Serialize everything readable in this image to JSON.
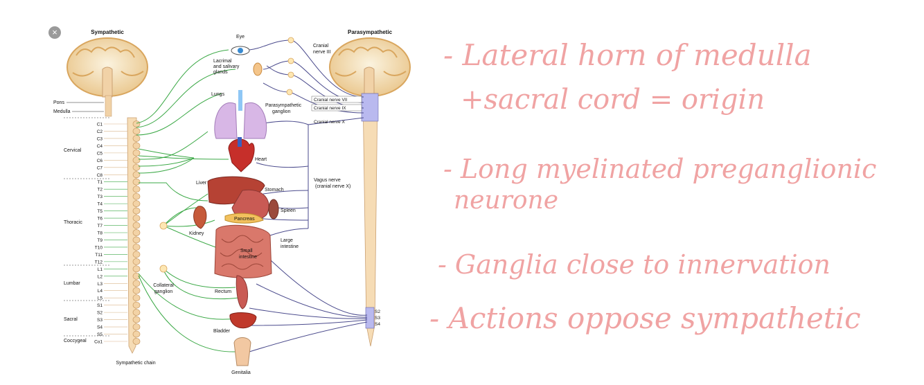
{
  "diagram": {
    "title_left": "Sympathetic",
    "title_right": "Parasympathetic",
    "regions": [
      "Pons",
      "Medulla",
      "Cervical",
      "Thoracic",
      "Lumbar",
      "Sacral",
      "Coccygeal"
    ],
    "segments": [
      "C1",
      "C2",
      "C3",
      "C4",
      "C5",
      "C6",
      "C7",
      "C8",
      "T1",
      "T2",
      "T3",
      "T4",
      "T5",
      "T6",
      "T7",
      "T8",
      "T9",
      "T10",
      "T11",
      "T12",
      "L1",
      "L2",
      "L3",
      "L4",
      "L5",
      "S1",
      "S2",
      "S3",
      "S4",
      "S5",
      "Co1"
    ],
    "organs": {
      "eye": "Eye",
      "lacrimal": "Lacrimal\nand salivary\nglands",
      "lungs": "Lungs",
      "heart": "Heart",
      "liver": "Liver",
      "stomach": "Stomach",
      "spleen": "Spleen",
      "pancreas": "Pancreas",
      "kidney": "Kidney",
      "small_intestine": "Small\nintestine",
      "large_intestine": "Large\nintestine",
      "rectum": "Rectum",
      "bladder": "Bladder",
      "genitalia": "Genitalia"
    },
    "labels": {
      "cranial_iii": "Cranial\nnerve III",
      "cranial_vii": "Cranial nerve VII",
      "cranial_ix": "Cranial nerve IX",
      "cranial_x": "Cranial nerve X",
      "vagus": "Vagus nerve\n(cranial nerve X)",
      "parasym_ganglion": "Parasympathetic\nganglion",
      "collateral_ganglion": "Collateral\nganglion",
      "sympathetic_chain": "Sympathetic chain"
    },
    "sacral_right": [
      "S2",
      "S3",
      "S4"
    ]
  },
  "notes": [
    "- Lateral horn of medulla",
    "+sacral cord = origin",
    "- Long myelinated preganglionic",
    "neurone",
    "- Ganglia close to innervation",
    "- Actions oppose sympathetic"
  ],
  "colors": {
    "sym_line": "#3aa845",
    "para_line": "#4a4a8c",
    "ink": "#f0a3a3",
    "cord": "#f1d2a7"
  }
}
